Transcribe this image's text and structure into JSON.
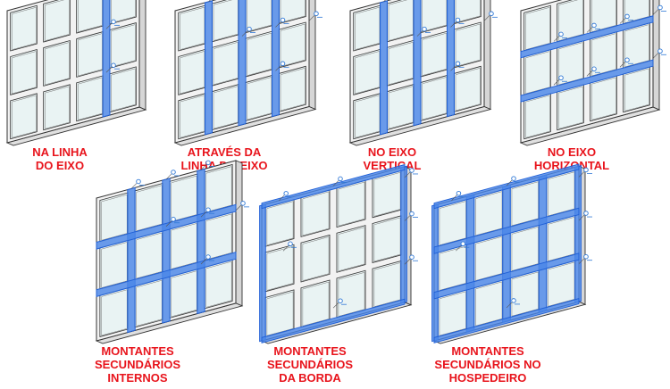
{
  "colors": {
    "highlight_fill": "#4a86e8",
    "highlight_stroke": "#1f5fd6",
    "frame_stroke": "#333333",
    "frame_fill": "#f2f2f2",
    "glass_fill": "#e9f3f3",
    "caption_color": "#e8141c",
    "dim_icon": "#2f78d6"
  },
  "panels": [
    {
      "id": "na-linha-do-eixo",
      "caption": [
        "NA LINHA",
        "DO EIXO"
      ],
      "mode": "one-vertical"
    },
    {
      "id": "atraves-da-linha-do-eixo",
      "caption": [
        "ATRAVÉS DA",
        "LINHA DO EIXO"
      ],
      "mode": "across-vertical"
    },
    {
      "id": "no-eixo-vertical",
      "caption": [
        "NO EIXO",
        "VERTICAL"
      ],
      "mode": "all-vertical"
    },
    {
      "id": "no-eixo-horizontal",
      "caption": [
        "NO EIXO",
        "HORIZONTAL"
      ],
      "mode": "all-horizontal"
    },
    {
      "id": "montantes-internos",
      "caption": [
        "MONTANTES",
        "SECUNDÁRIOS",
        "INTERNOS"
      ],
      "mode": "interior"
    },
    {
      "id": "montantes-borda",
      "caption": [
        "MONTANTES",
        "SECUNDÁRIOS",
        "DA BORDA"
      ],
      "mode": "border"
    },
    {
      "id": "montantes-hospedeiro",
      "caption": [
        "MONTANTES",
        "SECUNDÁRIOS NO",
        "HOSPEDEIRO"
      ],
      "mode": "all"
    }
  ]
}
